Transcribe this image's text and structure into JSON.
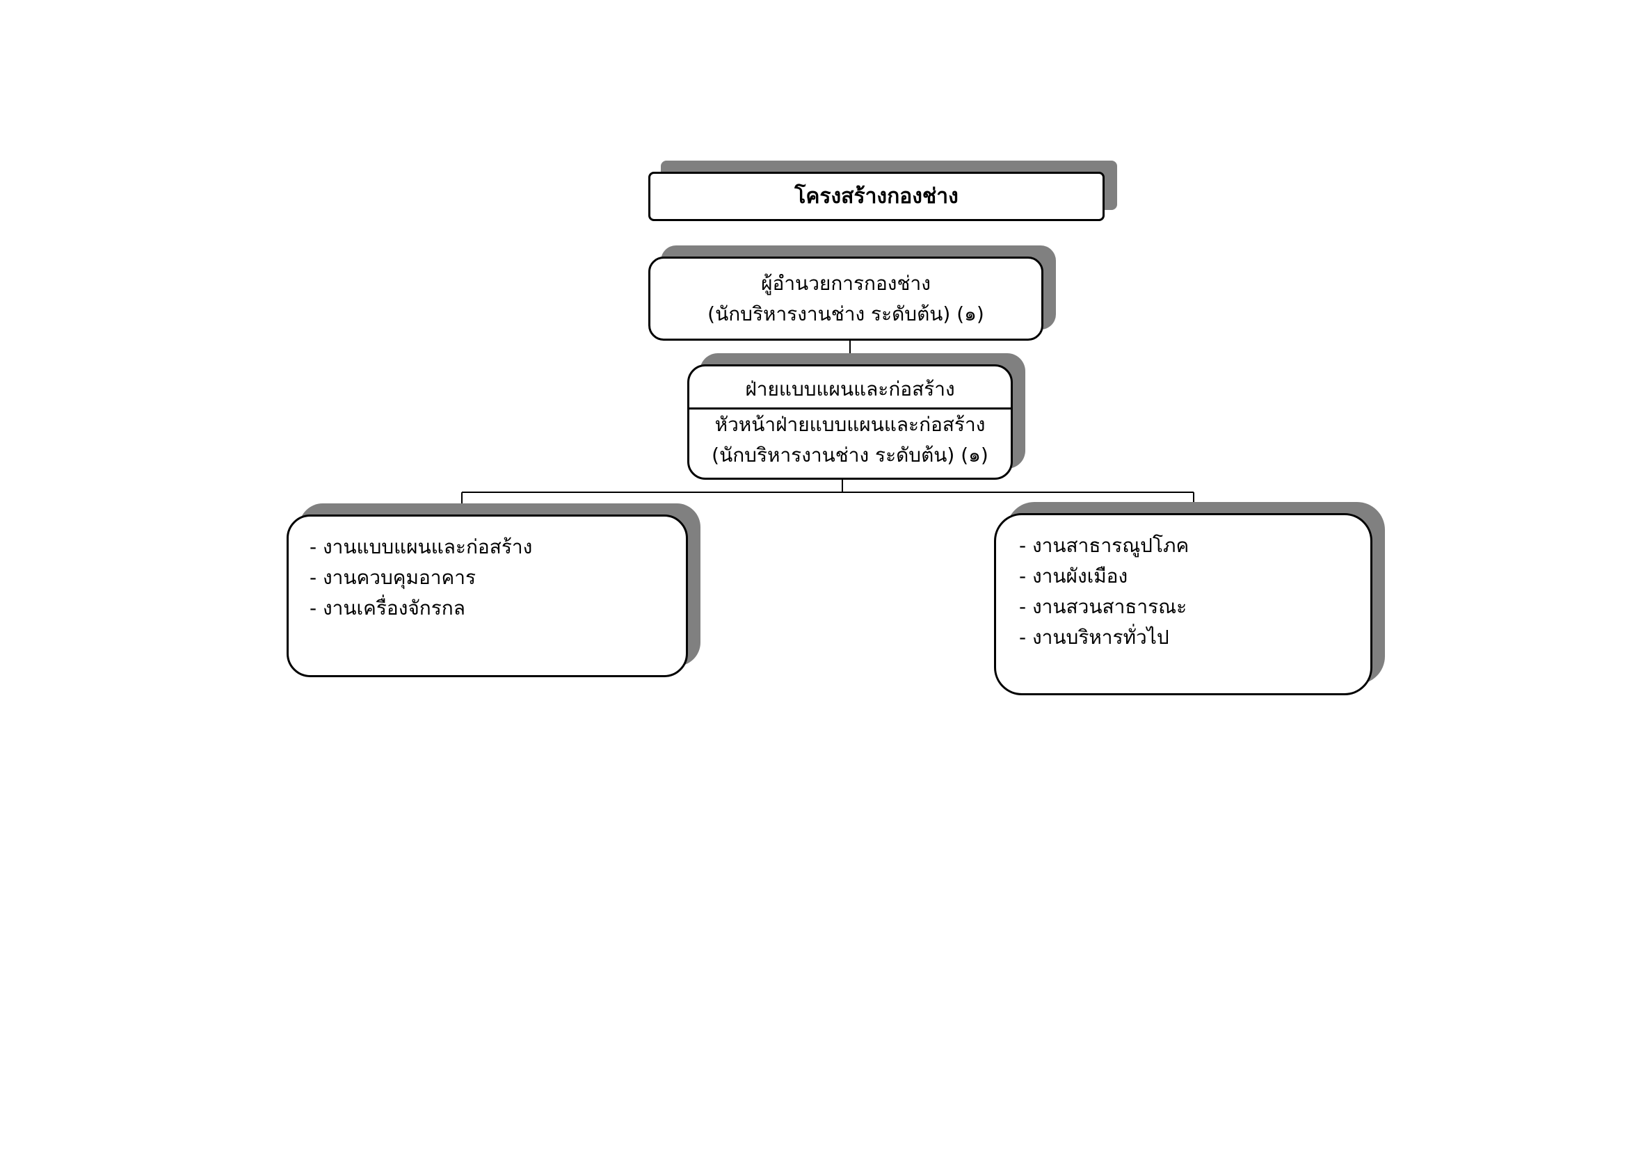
{
  "title": "โครงสร้างกองช่าง",
  "director": {
    "title": "ผู้อำนวยการกองช่าง",
    "position": "(นักบริหารงานช่าง ระดับต้น) (๑)"
  },
  "section": {
    "name": "ฝ่ายแบบแผนและก่อสร้าง",
    "head_title": "หัวหน้าฝ่ายแบบแผนและก่อสร้าง",
    "head_position": "(นักบริหารงานช่าง ระดับต้น) (๑)"
  },
  "left_tasks": [
    "- งานแบบแผนและก่อสร้าง",
    "- งานควบคุมอาคาร",
    "- งานเครื่องจักรกล"
  ],
  "right_tasks": [
    "- งานสาธารณูปโภค",
    "- งานผังเมือง",
    "- งานสวนสาธารณะ",
    "- งานบริหารทั่วไป"
  ],
  "colors": {
    "shadow": "#808080",
    "border": "#000000",
    "background": "#ffffff"
  }
}
